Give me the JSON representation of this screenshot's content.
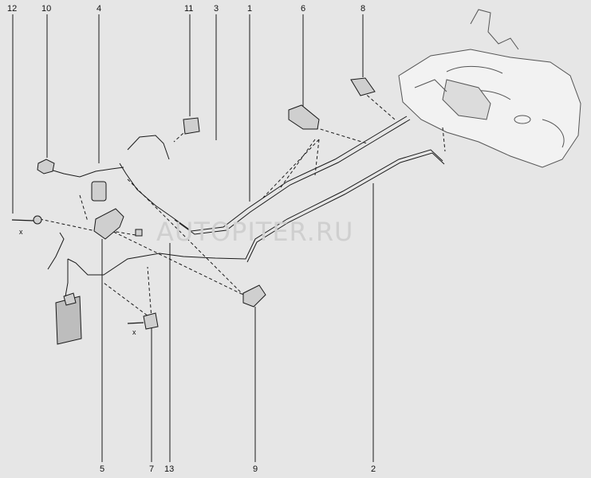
{
  "watermark": "AUTOPITER.RU",
  "callouts": [
    {
      "id": "c12",
      "text": "12"
    },
    {
      "id": "c10",
      "text": "10"
    },
    {
      "id": "c4",
      "text": "4"
    },
    {
      "id": "c11",
      "text": "11"
    },
    {
      "id": "c3",
      "text": "3"
    },
    {
      "id": "c1",
      "text": "1"
    },
    {
      "id": "c6",
      "text": "6"
    },
    {
      "id": "c8",
      "text": "8"
    },
    {
      "id": "c5",
      "text": "5"
    },
    {
      "id": "c7",
      "text": "7"
    },
    {
      "id": "c13",
      "text": "13"
    },
    {
      "id": "c9",
      "text": "9"
    },
    {
      "id": "c2",
      "text": "2"
    }
  ],
  "markers": {
    "x1": "x",
    "x2": "x"
  },
  "colors": {
    "background": "#e6e6e6",
    "line": "#1a1a1a",
    "part": "#3a3a3a",
    "tank": "#7a7a7a"
  }
}
